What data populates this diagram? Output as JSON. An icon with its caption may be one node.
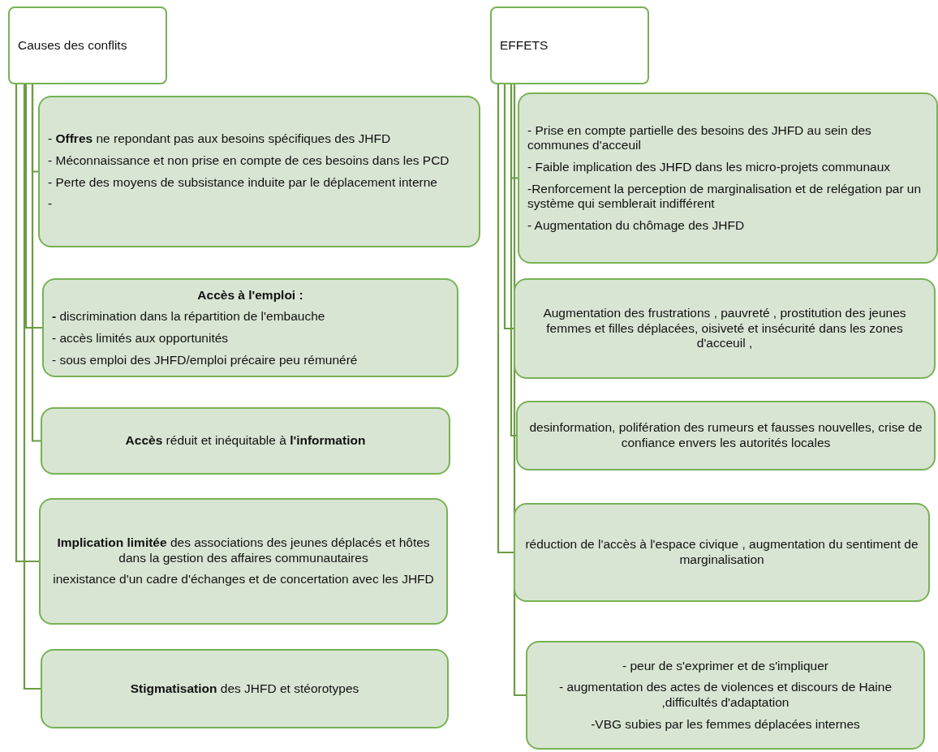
{
  "diagram": {
    "nodes": [
      {
        "text": [
          "Causes des conflits"
        ]
      },
      {
        "text": [
          "- **Offres** ne repondant pas aux besoins spécifiques des JHFD",
          "- Méconnaissance et non prise en compte de ces besoins dans les PCD",
          "- Perte des moyens de subsistance induite par le déplacement interne",
          "-"
        ]
      },
      {
        "text": [
          "Accès à l'emploi :",
          "**-** discrimination dans la répartition de l'embauche",
          "- accès limités aux opportunités",
          "- sous emploi des JHFD/emploi précaire peu rémunéré"
        ]
      },
      {
        "text": [
          "**Accès** réduit et inéquitable à **l'information**"
        ]
      },
      {
        "text": [
          "**Implication limitée** des associations des jeunes déplacés et hôtes dans la gestion des affaires communautaires",
          "inexistance d'un cadre d'échanges et de concertation avec les JHFD"
        ]
      },
      {
        "text": [
          "**Stigmatisation** des JHFD et stéorotypes"
        ]
      },
      {
        "text": [
          "EFFETS"
        ]
      },
      {
        "text": [
          "- Prise en compte partielle des besoins des JHFD au sein des communes d'acceuil",
          "- Faible implication des JHFD dans les micro-projets communaux",
          "-Renforcement la perception de marginalisation et de relégation par un système qui semblerait indifférent",
          "- Augmentation du chômage des JHFD"
        ]
      },
      {
        "text": [
          "Augmentation des frustrations , pauvreté ,  prostitution des jeunes femmes et filles déplacées, oisiveté et insécurité dans les zones d'acceuil ,"
        ]
      },
      {
        "text": [
          "desinformation, polifération des rumeurs et fausses nouvelles, crise de confiance envers les autorités locales"
        ]
      },
      {
        "text": [
          "réduction de l'accès à l'espace civique , augmentation du sentiment de marginalisation"
        ]
      },
      {
        "text": [
          "- peur de s'exprimer et de  s'impliquer",
          "- augmentation des actes de violences et discours de Haine ,difficultés d'adaptation",
          "-VBG subies par les femmes déplacées internes"
        ]
      }
    ],
    "edges": [
      {
        "from": 0,
        "to": 1,
        "arrow": "none"
      },
      {
        "from": 0,
        "to": 2,
        "arrow": "none"
      },
      {
        "from": 0,
        "to": 3,
        "arrow": "none"
      },
      {
        "from": 0,
        "to": 4,
        "arrow": "none"
      },
      {
        "from": 0,
        "to": 5,
        "arrow": "none"
      },
      {
        "from": 6,
        "to": 7,
        "arrow": "none"
      },
      {
        "from": 6,
        "to": 8,
        "arrow": "none"
      },
      {
        "from": 6,
        "to": 9,
        "arrow": "none"
      },
      {
        "from": 6,
        "to": 10,
        "arrow": "none"
      },
      {
        "from": 6,
        "to": 11,
        "arrow": "none"
      }
    ]
  }
}
